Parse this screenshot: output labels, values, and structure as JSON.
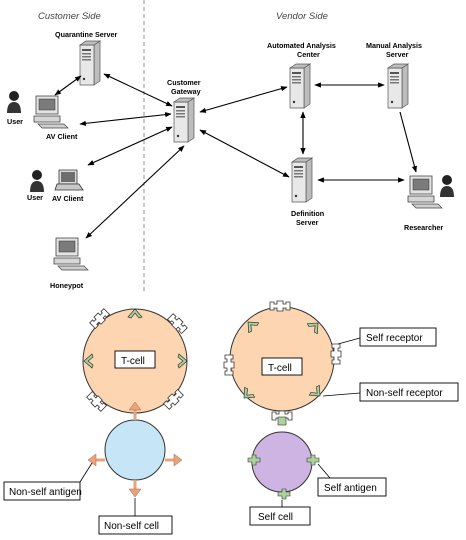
{
  "network": {
    "customer_side": "Customer Side",
    "vendor_side": "Vendor Side",
    "nodes": {
      "quarantine": "Quarantine Server",
      "gateway_l1": "Customer",
      "gateway_l2": "Gateway",
      "automated_l1": "Automated Analysis",
      "automated_l2": "Center",
      "manual_l1": "Manual Analysis",
      "manual_l2": "Server",
      "definition_l1": "Definition",
      "definition_l2": "Server",
      "researcher": "Researcher",
      "user1": "User",
      "av_client1": "AV Client",
      "user2": "User",
      "av_client2": "AV Client",
      "honeypot": "Honeypot"
    }
  },
  "immune": {
    "tcell_left": "T-cell",
    "tcell_right": "T-cell",
    "self_receptor": "Self receptor",
    "nonself_receptor": "Non-self receptor",
    "nonself_antigen": "Non-self antigen",
    "nonself_cell": "Non-self cell",
    "self_antigen": "Self antigen",
    "self_cell": "Self cell"
  },
  "colors": {
    "tcell_fill": "#fdd5b1",
    "nonself_cell_fill": "#c6e6f7",
    "self_cell_fill": "#cdb4e3",
    "nonself_antigen": "#e8a37c",
    "self_antigen": "#a9d39b",
    "receptor_fill": "#ffffff"
  }
}
